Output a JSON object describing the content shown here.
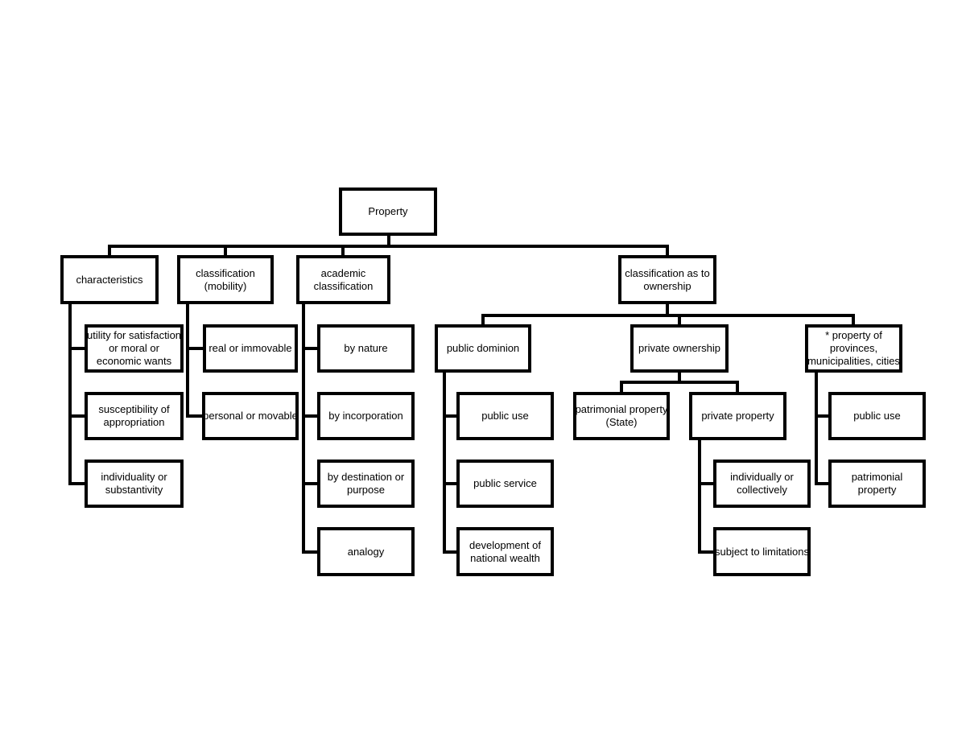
{
  "page": {
    "background_color": "#ffffff",
    "line_color": "#000000",
    "box_border_color": "#000000",
    "text_color": "#000000"
  },
  "diagram": {
    "type": "tree-flowchart",
    "root": {
      "label": "Property"
    },
    "branches": [
      {
        "label": "characteristics",
        "children": [
          {
            "label": "utility for satisfaction\nor moral or\neconomic wants"
          },
          {
            "label": "susceptibility of\nappropriation"
          },
          {
            "label": "individuality or\nsubstantivity"
          }
        ]
      },
      {
        "label": "classification\n(mobility)",
        "children": [
          {
            "label": "real or immovable"
          },
          {
            "label": "personal or movable"
          }
        ]
      },
      {
        "label": "academic\nclassification",
        "children": [
          {
            "label": "by nature"
          },
          {
            "label": "by incorporation"
          },
          {
            "label": "by destination or\npurpose"
          },
          {
            "label": "analogy"
          }
        ]
      },
      {
        "label": "classification as to\nownership",
        "children": [
          {
            "label": "public dominion",
            "children": [
              {
                "label": "public use"
              },
              {
                "label": "public service"
              },
              {
                "label": "development of\nnational wealth"
              }
            ]
          },
          {
            "label": "private ownership",
            "children": [
              {
                "label": "patrimonial property\n(State)"
              },
              {
                "label": "private property",
                "children": [
                  {
                    "label": "individually or\ncollectively"
                  },
                  {
                    "label": "subject to limitations"
                  }
                ]
              }
            ]
          },
          {
            "label": "* property of\nprovinces,\nmunicipalities, cities",
            "children": [
              {
                "label": "public use"
              },
              {
                "label": "patrimonial\nproperty"
              }
            ]
          }
        ]
      }
    ]
  }
}
